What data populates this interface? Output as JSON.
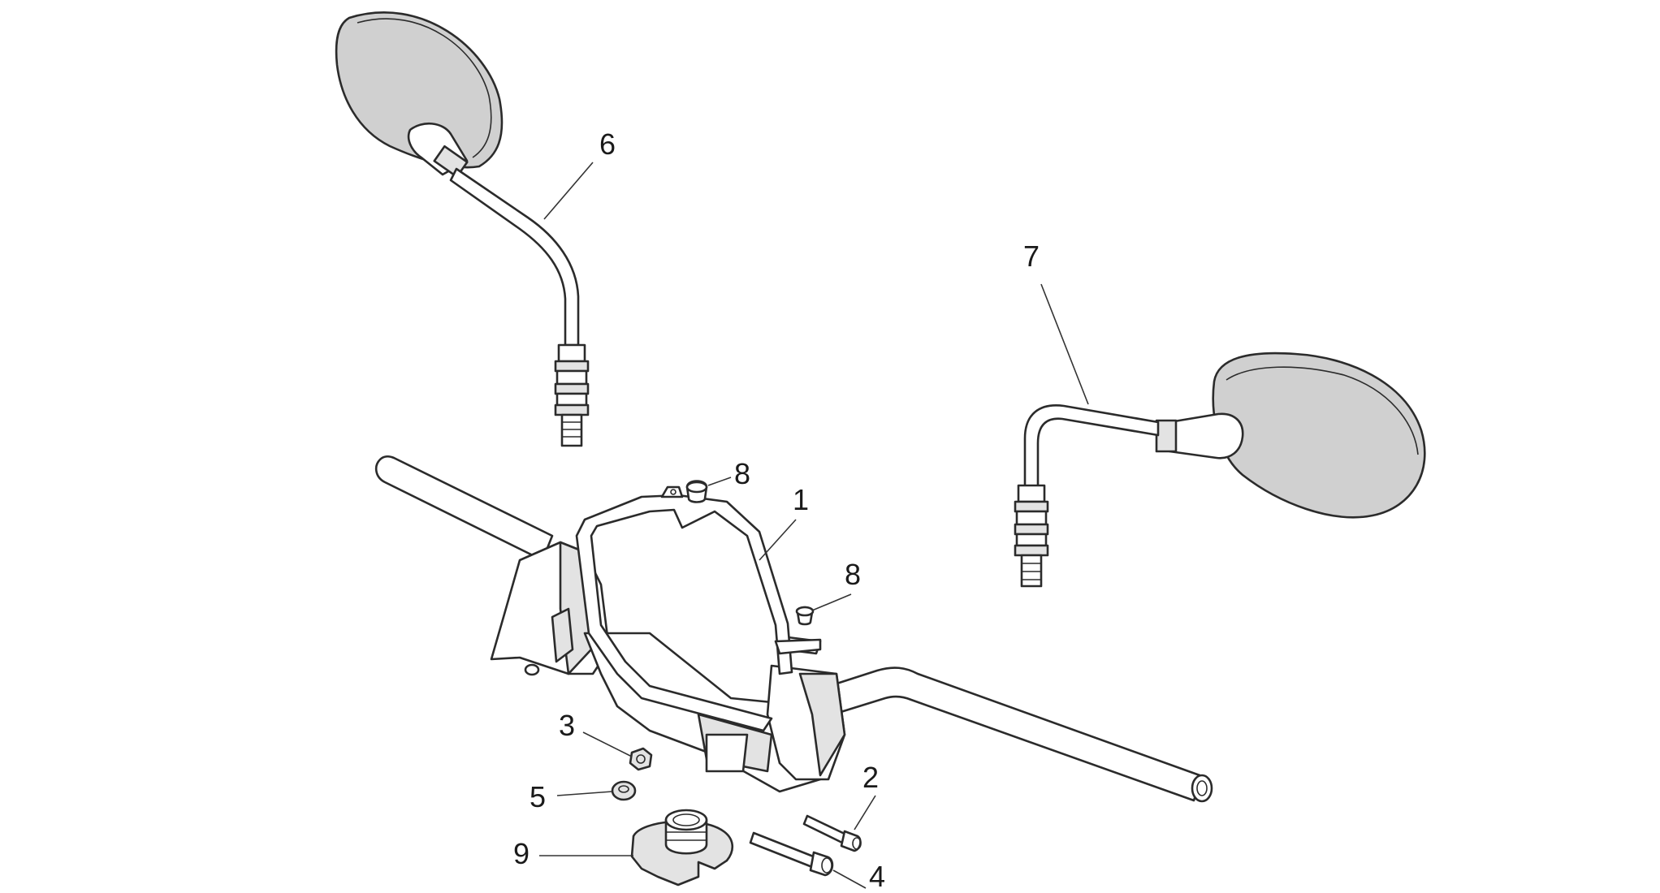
{
  "diagram": {
    "callouts": [
      {
        "id": "1",
        "text": "1"
      },
      {
        "id": "2",
        "text": "2"
      },
      {
        "id": "3",
        "text": "3"
      },
      {
        "id": "4",
        "text": "4"
      },
      {
        "id": "5",
        "text": "5"
      },
      {
        "id": "6",
        "text": "6"
      },
      {
        "id": "7",
        "text": "7"
      },
      {
        "id": "8a",
        "text": "8"
      },
      {
        "id": "8b",
        "text": "8"
      },
      {
        "id": "9",
        "text": "9"
      }
    ],
    "parts": [
      {
        "id": "handlebar",
        "icon": "handlebar-icon"
      },
      {
        "id": "handlebar-cover-frame",
        "icon": "frame-icon"
      },
      {
        "id": "mirror-left",
        "icon": "mirror-icon"
      },
      {
        "id": "mirror-right",
        "icon": "mirror-icon"
      },
      {
        "id": "screw-short",
        "icon": "screw-icon"
      },
      {
        "id": "screw-long",
        "icon": "screw-icon"
      },
      {
        "id": "nut",
        "icon": "nut-icon"
      },
      {
        "id": "washer",
        "icon": "washer-icon"
      },
      {
        "id": "bushing",
        "icon": "bushing-icon"
      },
      {
        "id": "steering-bushing",
        "icon": "bushing-icon"
      }
    ],
    "colors": {
      "line": "#2b2b2b",
      "mirror_glass": "#d0d0d0",
      "background": "#ffffff"
    }
  }
}
